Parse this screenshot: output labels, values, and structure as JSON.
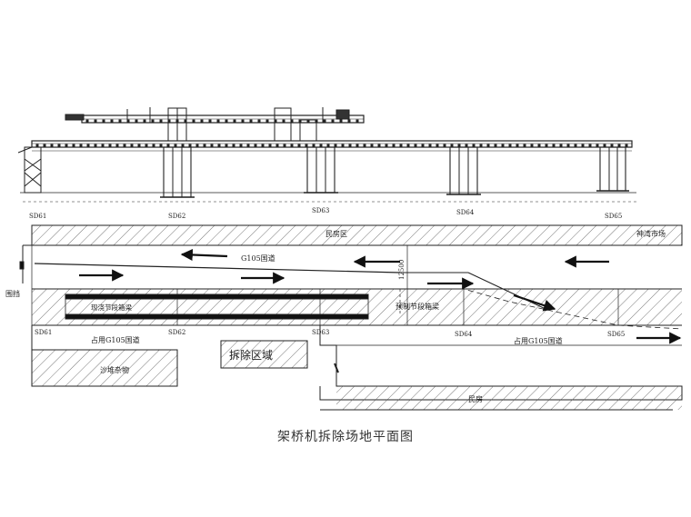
{
  "caption": "架桥机拆除场地平面图",
  "elevation": {
    "piers": [
      "SD61",
      "SD62",
      "SD63",
      "SD64",
      "SD65"
    ]
  },
  "plan": {
    "labels": {
      "residential_zone": "民房区",
      "shenwan_market": "神湾市场",
      "g105_road": "G105国道",
      "dimension_12500": "12500",
      "barrier": "围挡",
      "existing_beam": "现浇节段箱梁",
      "precast_beam": "预制节段箱梁",
      "occupy_g105_left": "占用G105国道",
      "occupy_g105_right": "占用G105国道",
      "demolition_area": "拆除区域",
      "sand_storage": "沙堆杂物",
      "houses": "民房"
    },
    "piers": [
      "SD61",
      "SD62",
      "SD63",
      "SD64",
      "SD65"
    ]
  },
  "colors": {
    "line": "#222222",
    "hatch": "#444444",
    "background": "#ffffff"
  }
}
